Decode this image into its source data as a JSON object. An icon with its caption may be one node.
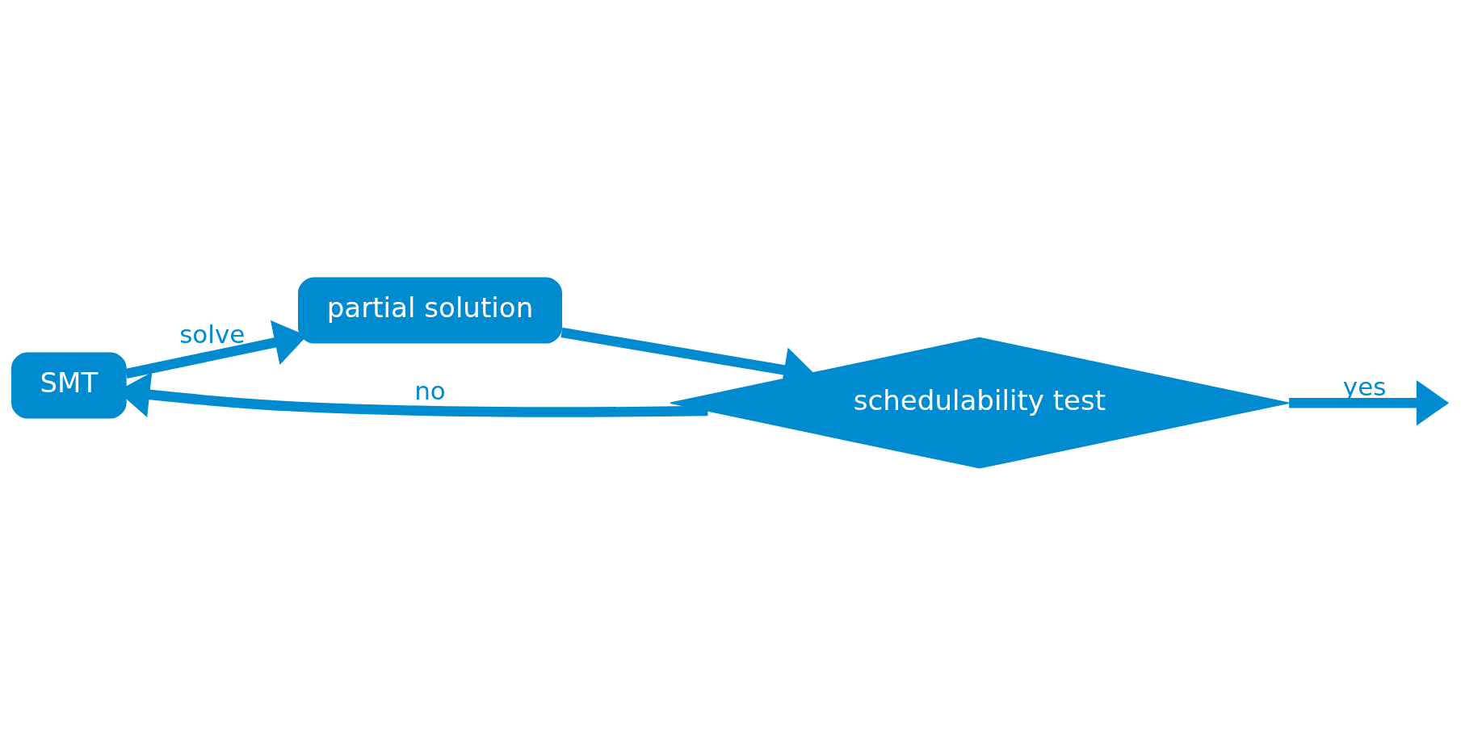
{
  "diagram": {
    "nodes": [
      {
        "text": [
          "SMT"
        ]
      },
      {
        "text": [
          "partial solution"
        ]
      },
      {
        "text": [
          "schedulability test"
        ]
      }
    ],
    "edges": [
      {
        "from": 0,
        "to": 1,
        "label": "solve",
        "arrow": "to"
      },
      {
        "from": 1,
        "to": 2,
        "arrow": "to"
      },
      {
        "from": 2,
        "to": 0,
        "label": "no",
        "arrow": "to"
      },
      {
        "from": 2,
        "to": null,
        "label": "yes",
        "arrow": "to"
      }
    ]
  }
}
